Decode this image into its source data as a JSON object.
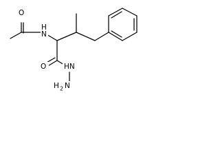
{
  "molecule": {
    "atom_labels": {
      "acetyl_oxygen": "O",
      "amide_nitrogen_h": "H",
      "amide_nitrogen_n": "N",
      "carbonyl_oxygen": "O",
      "hydrazide_nh": "HN",
      "terminal_n": "N",
      "terminal_h": "H",
      "terminal_subscript": "2"
    }
  }
}
